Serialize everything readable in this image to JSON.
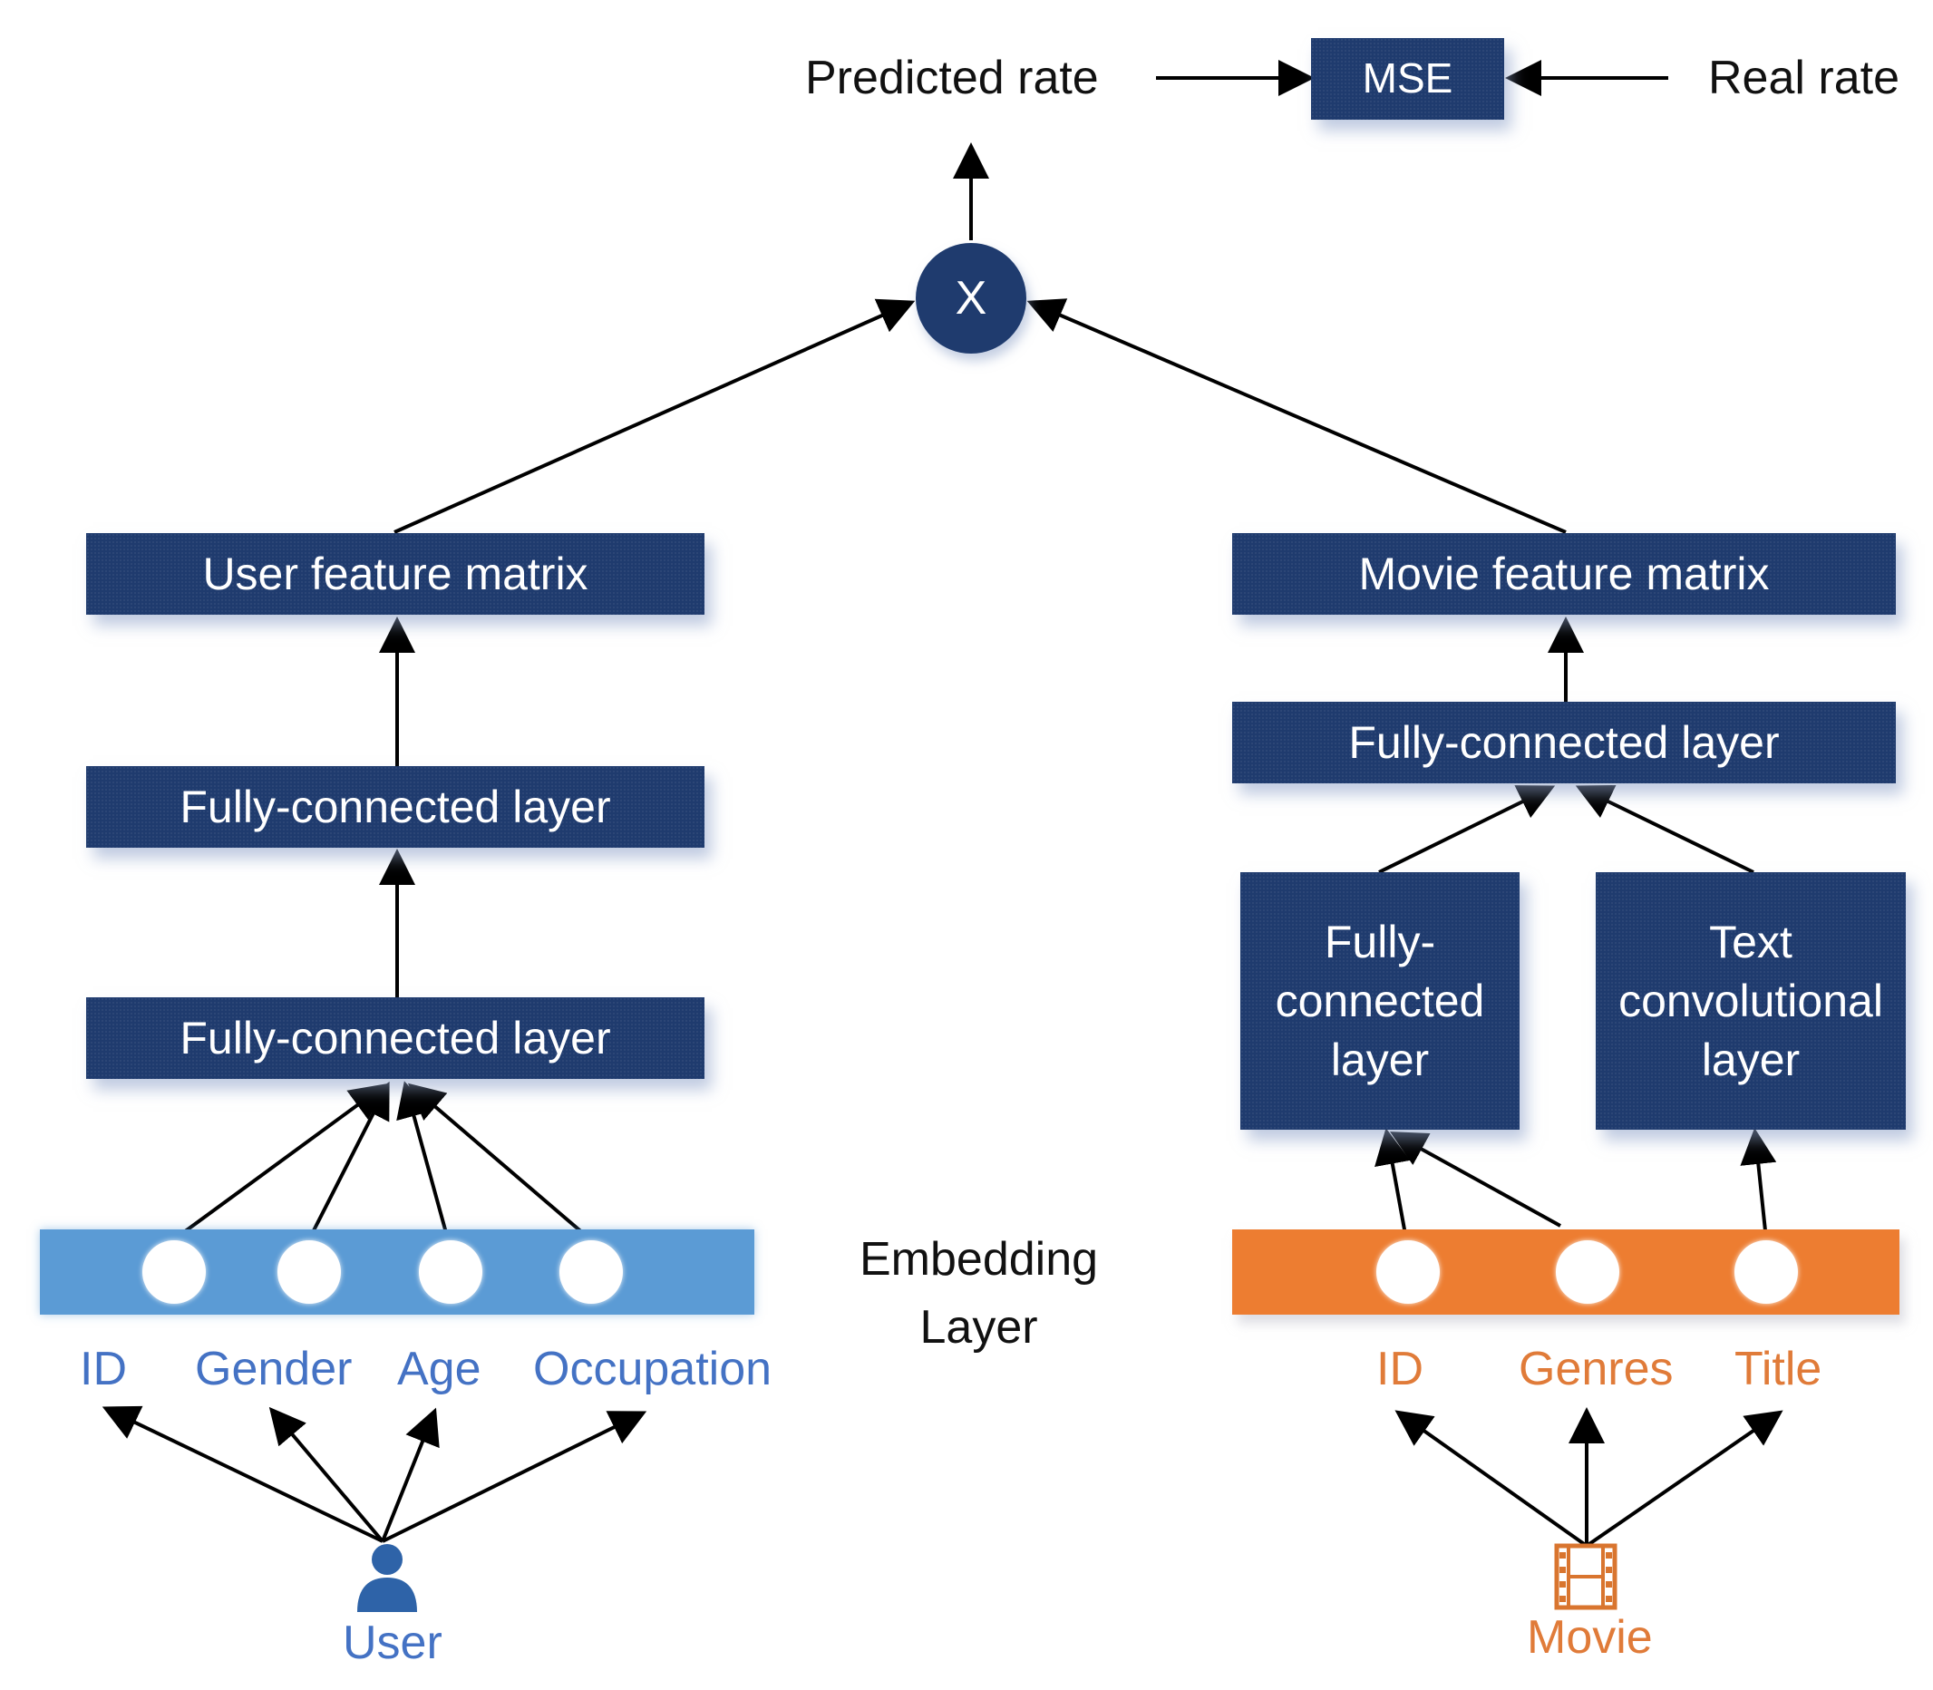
{
  "top": {
    "predicted_rate": "Predicted rate",
    "mse": "MSE",
    "real_rate": "Real rate"
  },
  "multiply": "X",
  "user_branch": {
    "feature_matrix": "User feature matrix",
    "fc_layer_2": "Fully-connected layer",
    "fc_layer_1": "Fully-connected layer",
    "inputs": [
      "ID",
      "Gender",
      "Age",
      "Occupation"
    ],
    "source": "User"
  },
  "movie_branch": {
    "feature_matrix": "Movie feature matrix",
    "fc_layer_top": "Fully-connected layer",
    "fc_layer_small": "Fully-\nconnected\nlayer",
    "text_conv_layer": "Text\nconvolutional\nlayer",
    "inputs": [
      "ID",
      "Genres",
      "Title"
    ],
    "source": "Movie"
  },
  "embedding_label": "Embedding\nLayer",
  "colors": {
    "box": "#1f3b6e",
    "user_blue": "#5b9bd5",
    "user_text": "#4472c4",
    "movie_orange": "#ed7d31",
    "movie_text": "#e07b39"
  },
  "icons": {
    "user": "person-icon",
    "movie": "film-strip-icon"
  }
}
